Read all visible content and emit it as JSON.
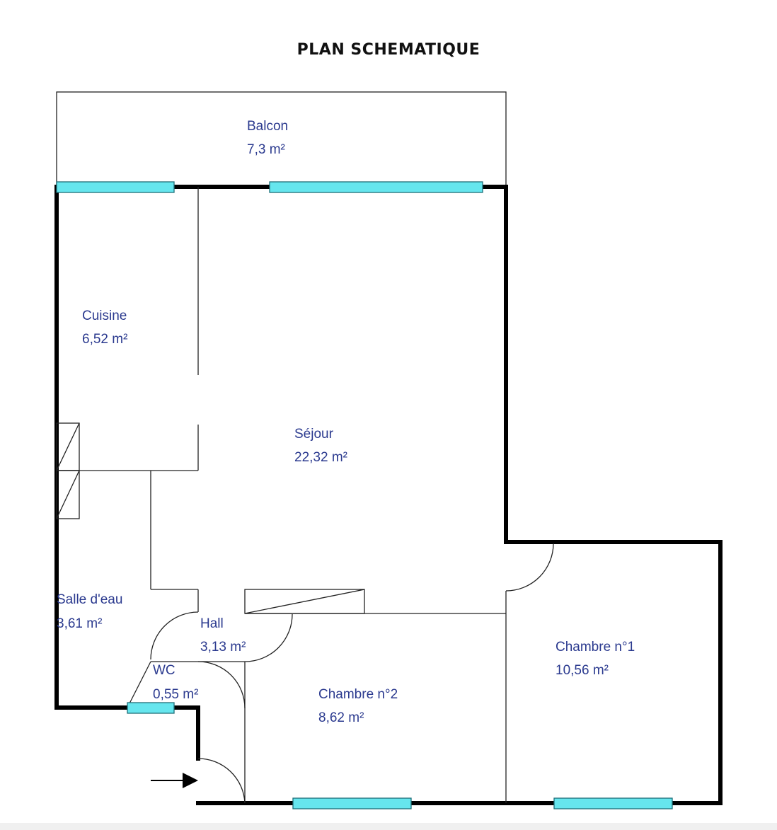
{
  "title": "PLAN SCHEMATIQUE",
  "colors": {
    "wall": "#000000",
    "window": "#66e6ee",
    "label": "#2b3a8f"
  },
  "rooms": {
    "balcon": {
      "name": "Balcon",
      "area": "7,3  m²"
    },
    "cuisine": {
      "name": "Cuisine",
      "area": "6,52  m²"
    },
    "sejour": {
      "name": "Séjour",
      "area": "22,32  m²"
    },
    "salle_eau": {
      "name": "Salle d'eau",
      "area": "3,61  m²"
    },
    "hall": {
      "name": "Hall",
      "area": "3,13  m²"
    },
    "wc": {
      "name": "WC",
      "area": "0,55  m²"
    },
    "chambre2": {
      "name": "Chambre n°2",
      "area": "8,62  m²"
    },
    "chambre1": {
      "name": "Chambre n°1",
      "area": "10,56  m²"
    }
  },
  "icons": {
    "entrance": "entrance-arrow-icon"
  }
}
